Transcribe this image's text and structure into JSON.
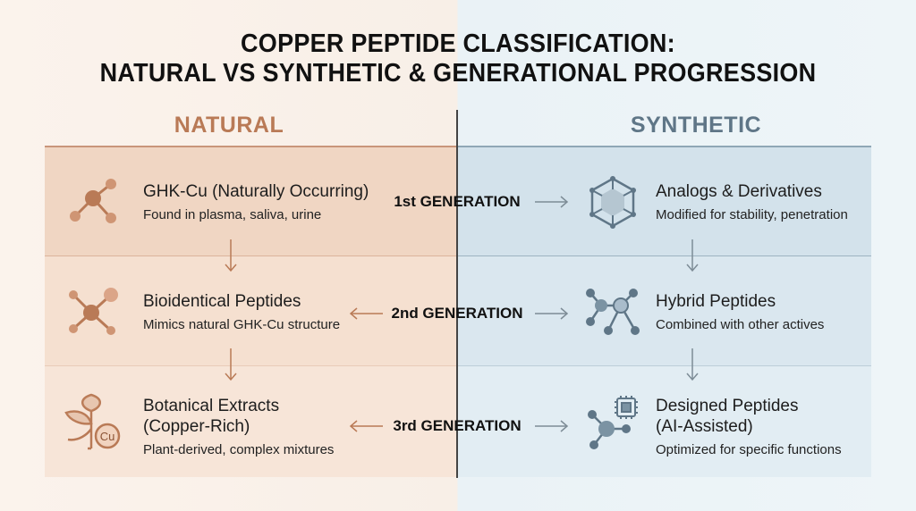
{
  "title": {
    "line1": "COPPER PEPTIDE CLASSIFICATION:",
    "line2": "NATURAL VS SYNTHETIC & GENERATIONAL PROGRESSION"
  },
  "columns": {
    "natural": "NATURAL",
    "synthetic": "SYNTHETIC"
  },
  "colors": {
    "natural_accent": "#b97a56",
    "synthetic_accent": "#5f7687",
    "natural_row": "#f0d6c4",
    "synthetic_row": "#d5e3ec"
  },
  "generations": [
    {
      "label": "1st GENERATION",
      "natural": {
        "title": "GHK-Cu (Naturally Occurring)",
        "title2": "",
        "subtitle": "Found in plasma, saliva, urine",
        "icon": "molecule-icon"
      },
      "synthetic": {
        "title": "Analogs & Derivatives",
        "title2": "",
        "subtitle": "Modified for stability, penetration",
        "icon": "hexagon-ring-icon"
      }
    },
    {
      "label": "2nd GENERATION",
      "natural": {
        "title": "Bioidentical Peptides",
        "title2": "",
        "subtitle": "Mimics natural GHK-Cu structure",
        "icon": "molecule-icon"
      },
      "synthetic": {
        "title": "Hybrid Peptides",
        "title2": "",
        "subtitle": "Combined with other actives",
        "icon": "network-molecule-icon"
      }
    },
    {
      "label": "3rd GENERATION",
      "natural": {
        "title": "Botanical Extracts",
        "title2": "(Copper-Rich)",
        "subtitle": "Plant-derived, complex mixtures",
        "icon": "leaf-copper-icon",
        "icon_text": "Cu"
      },
      "synthetic": {
        "title": "Designed Peptides",
        "title2": "(AI-Assisted)",
        "subtitle": "Optimized for specific functions",
        "icon": "chip-molecule-icon"
      }
    }
  ]
}
